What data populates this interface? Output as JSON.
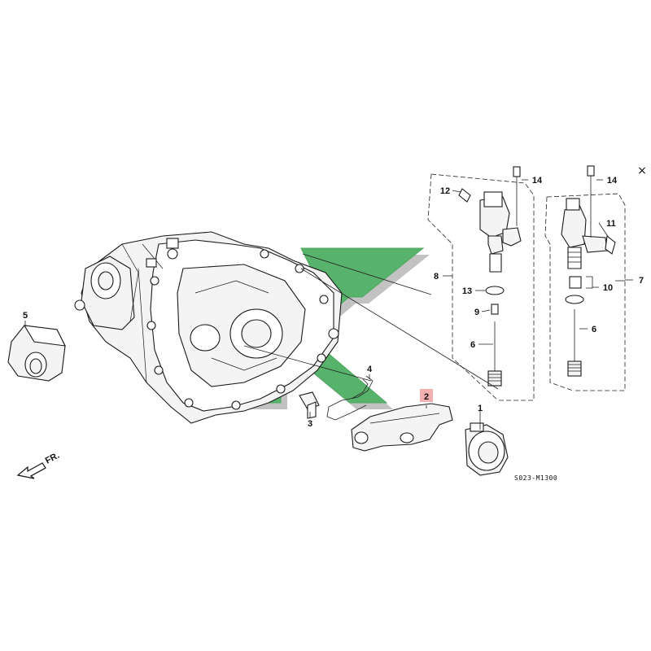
{
  "close_glyph": "×",
  "watermark": {
    "color": "#2e9a45",
    "shadow_color": "#9a9a9a"
  },
  "highlight_color": "#f4b0b0",
  "diagram_code": "S023-M1300",
  "front_indicator": "FR.",
  "callouts": {
    "c1": "1",
    "c2": "2",
    "c3": "3",
    "c4": "4",
    "c5": "5",
    "c6a": "6",
    "c6b": "6",
    "c7": "7",
    "c8": "8",
    "c9": "9",
    "c10": "10",
    "c11": "11",
    "c12": "12",
    "c13": "13",
    "c14a": "14",
    "c14b": "14"
  },
  "highlighted_callout": "2"
}
